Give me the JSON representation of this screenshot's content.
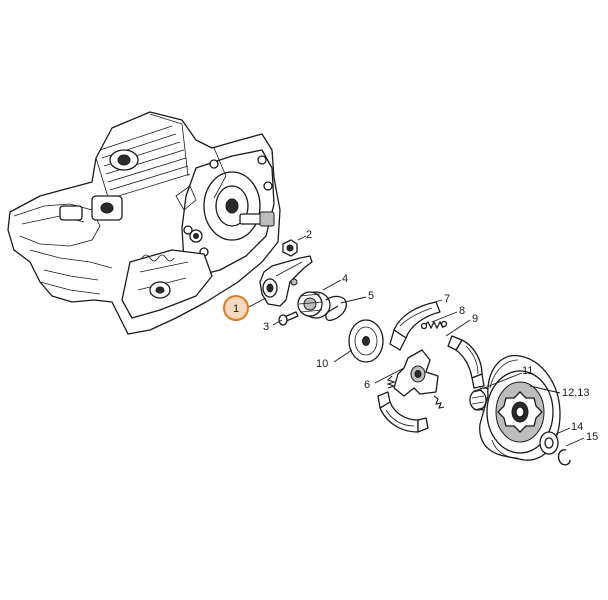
{
  "diagram": {
    "callouts": [
      {
        "id": "1",
        "label": "1",
        "highlighted": true
      },
      {
        "id": "2",
        "label": "2"
      },
      {
        "id": "3",
        "label": "3"
      },
      {
        "id": "4",
        "label": "4"
      },
      {
        "id": "5",
        "label": "5"
      },
      {
        "id": "6",
        "label": "6"
      },
      {
        "id": "7",
        "label": "7"
      },
      {
        "id": "8",
        "label": "8"
      },
      {
        "id": "9",
        "label": "9"
      },
      {
        "id": "10",
        "label": "10"
      },
      {
        "id": "11",
        "label": "11"
      },
      {
        "id": "12_13",
        "label": "12,13"
      },
      {
        "id": "14",
        "label": "14"
      },
      {
        "id": "15",
        "label": "15"
      }
    ],
    "colors": {
      "line": "#1a1a1a",
      "highlight_fill": "#f7d9bf",
      "highlight_stroke": "#e07a1f",
      "background": "#ffffff"
    }
  }
}
